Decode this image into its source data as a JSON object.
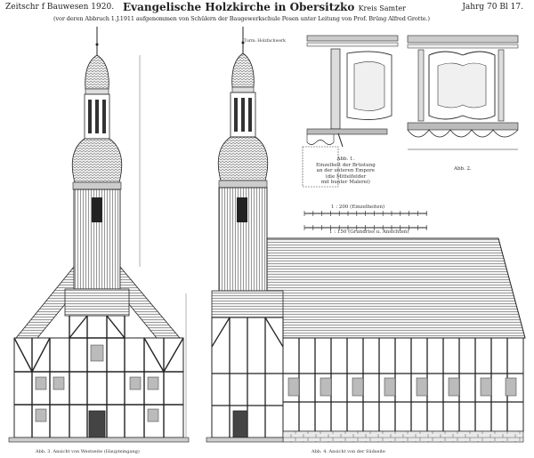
{
  "header": {
    "journal_left": "Zeitschr f Bauwesen 1920.",
    "title": "Evangelische Holzkirche in Obersitzko",
    "title_suffix": "Kreis Samter",
    "journal_right": "Jahrg 70 Bl 17.",
    "credits": "(vor deren Abbruch 1.J.1911 aufgenommen von Schülern der Baugewerkschule Posen unter Leitung von Prof. Brüng Alfred Grotte.)"
  },
  "figures": {
    "fig1_caption": "Abb. 1.",
    "fig1_caption_l2": "Einzelheit der Brüstung",
    "fig1_caption_l3": "an der unteren Empore",
    "fig1_caption_l4": "(die Mittelfelder",
    "fig1_caption_l5": "mit bunter Malerei)",
    "fig2_caption": "Abb. 2.",
    "scale_1": "1 : 200 (Einzelheiten)",
    "scale_2": "1 : 150 (Grundriss u. Ansichten)",
    "fig3_caption": "Abb. 3. Ansicht von Westseite (Haupteingang)",
    "fig4_caption": "Abb. 4. Ansicht von der Südseite",
    "tower_note": "Turm: Holzfachwerk"
  }
}
